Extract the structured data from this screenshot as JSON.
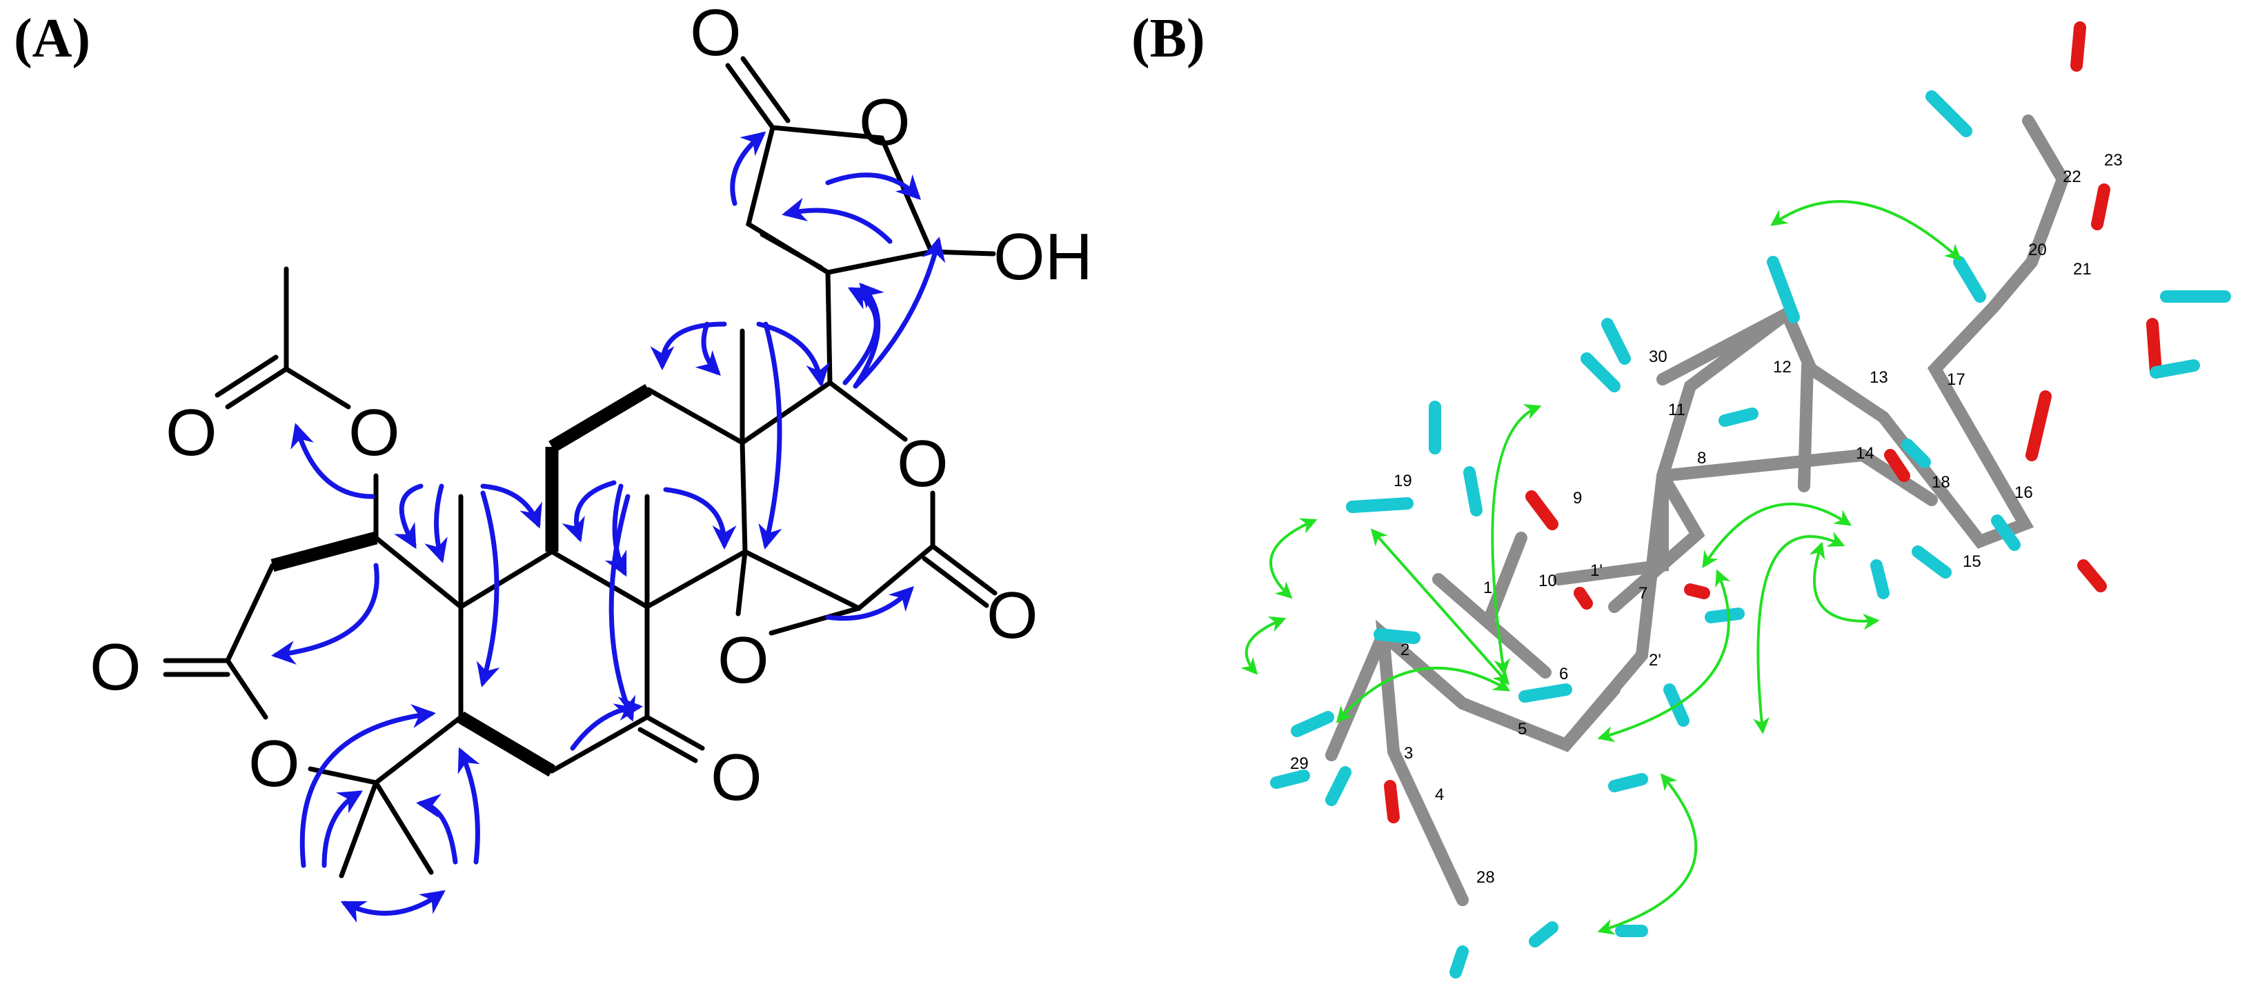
{
  "panels": {
    "a": {
      "label": "(A)"
    },
    "b": {
      "label": "(B)"
    }
  },
  "atoms": {
    "o_lactone_top_carbonyl": "O",
    "o_furanone_ring": "O",
    "oh_group": "OH",
    "o_acetate_carbonyl": "O",
    "o_acetate_ester": "O",
    "o_lactone_d_ring": "O",
    "o_lactone_d_carbonyl": "O",
    "o_epoxide": "O",
    "o_a_ring_carbonyl": "O",
    "o_a_ring_lactone": "O",
    "o_ketone": "O"
  },
  "atom_numbers": [
    "1",
    "1'",
    "2",
    "2'",
    "3",
    "4",
    "5",
    "6",
    "7",
    "8",
    "9",
    "10",
    "11",
    "12",
    "13",
    "14",
    "15",
    "16",
    "17",
    "18",
    "19",
    "20",
    "21",
    "22",
    "23",
    "28",
    "29",
    "30"
  ],
  "colors": {
    "hmbc_arrow": "#1515e6",
    "noesy_arrow": "#22e022",
    "carbon": "#8c8c8c",
    "oxygen": "#e01818",
    "hydrogen": "#19c8d2",
    "bond": "#000000"
  }
}
